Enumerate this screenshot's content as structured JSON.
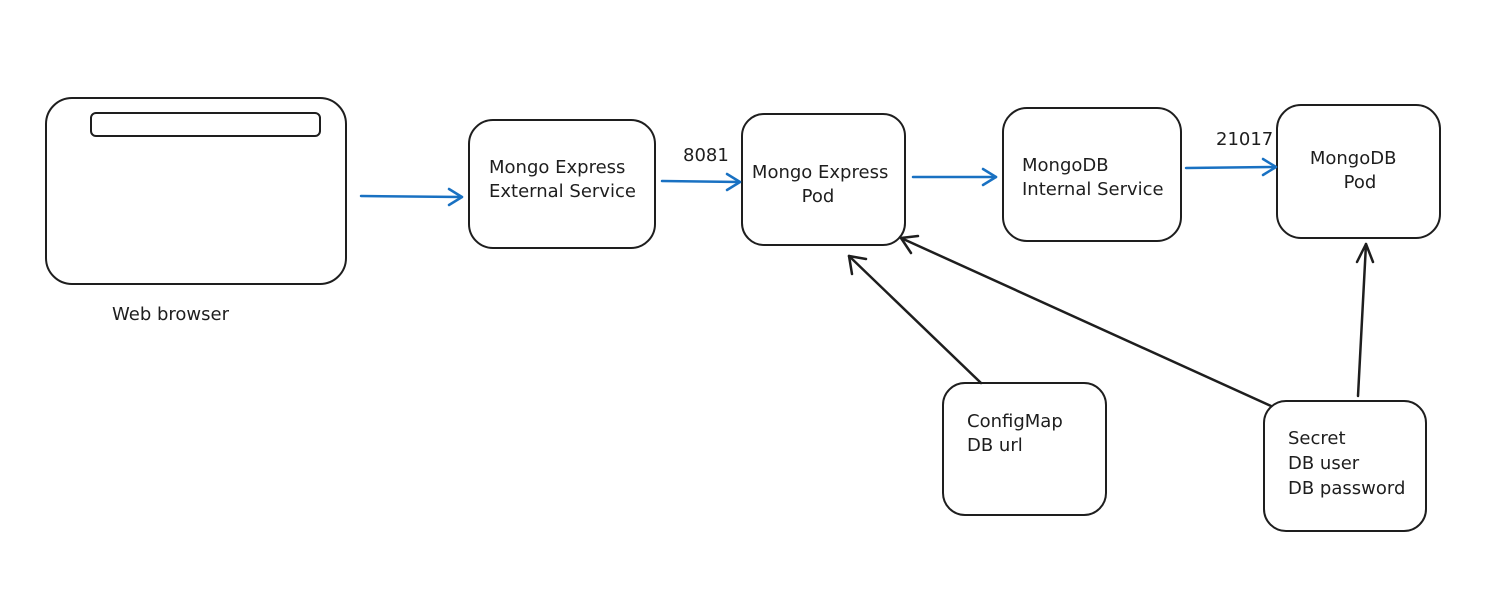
{
  "colors": {
    "data_flow": "#1971c2",
    "config_flow": "#1e1e1e",
    "stroke": "#1e1e1e",
    "background": "#ffffff"
  },
  "nodes": {
    "browser": {
      "label": "Web browser"
    },
    "mongo_express_service": {
      "lines": [
        "Mongo Express",
        "External Service"
      ]
    },
    "mongo_express_pod": {
      "lines": [
        "Mongo Express",
        "Pod"
      ]
    },
    "mongodb_service": {
      "lines": [
        "MongoDB",
        "Internal Service"
      ]
    },
    "mongodb_pod": {
      "lines": [
        "MongoDB",
        "Pod"
      ]
    },
    "configmap": {
      "lines": [
        "ConfigMap",
        "DB url"
      ]
    },
    "secret": {
      "lines": [
        "Secret",
        "DB user",
        "DB password"
      ]
    }
  },
  "edges": [
    {
      "from": "browser",
      "to": "mongo_express_service",
      "label": "",
      "kind": "data"
    },
    {
      "from": "mongo_express_service",
      "to": "mongo_express_pod",
      "label": "8081",
      "kind": "data"
    },
    {
      "from": "mongo_express_pod",
      "to": "mongodb_service",
      "label": "",
      "kind": "data"
    },
    {
      "from": "mongodb_service",
      "to": "mongodb_pod",
      "label": "21017",
      "kind": "data"
    },
    {
      "from": "configmap",
      "to": "mongo_express_pod",
      "label": "",
      "kind": "config"
    },
    {
      "from": "secret",
      "to": "mongo_express_pod",
      "label": "",
      "kind": "config"
    },
    {
      "from": "secret",
      "to": "mongodb_pod",
      "label": "",
      "kind": "config"
    }
  ]
}
